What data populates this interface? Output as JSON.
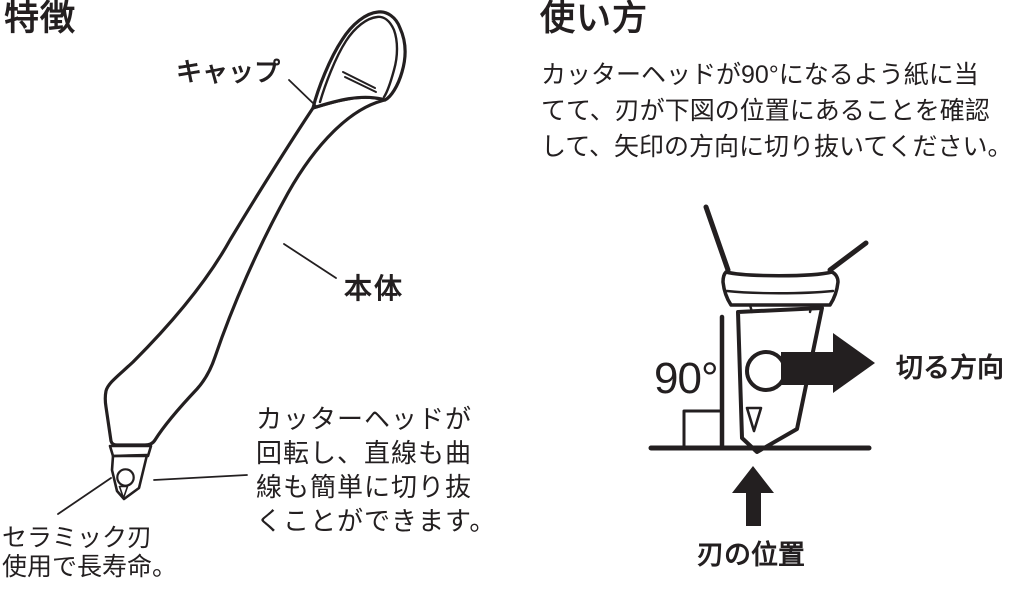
{
  "colors": {
    "ink": "#231f20",
    "head_gray": "#c9c7c5",
    "background": "#ffffff"
  },
  "features": {
    "heading": "特徴",
    "cap_label": "キャップ",
    "body_label": "本体",
    "head_note": "カッターヘッドが\n回転し、直線も曲\n線も簡単に切り抜\nくことができます。",
    "blade_note": "セラミック刃\n使用で長寿命。"
  },
  "usage": {
    "heading": "使い方",
    "instructions": "カッターヘッドが90°になるよう紙に当\nてて、刃が下図の位置にあることを確認\nして、矢印の方向に切り抜いてください。",
    "angle_label": "90°",
    "cut_direction_label": "切る方向",
    "blade_position_label": "刃の位置"
  },
  "diagram_icons": {
    "cut_direction_arrow": "solid right arrow",
    "blade_position_arrow": "solid up arrow",
    "right_angle_marker": "right-angle square",
    "paper_line": "paper surface line"
  }
}
